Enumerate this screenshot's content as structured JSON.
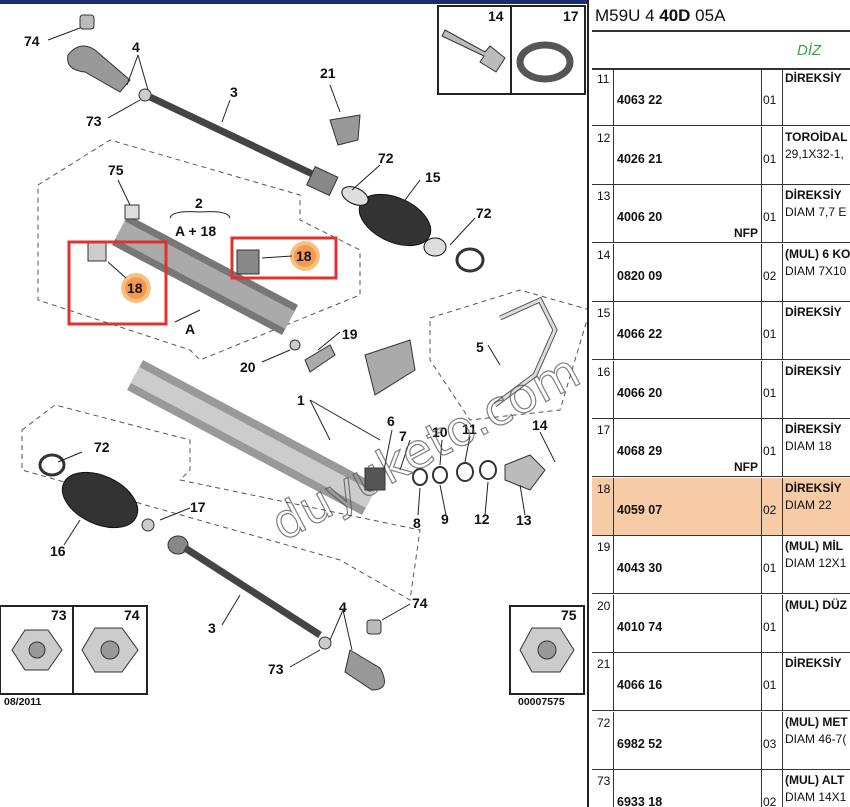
{
  "diagram": {
    "callouts": {
      "c74a": "74",
      "c4a": "4",
      "c73a": "73",
      "c3a": "3",
      "c21": "21",
      "c72a": "72",
      "c15": "15",
      "c72b": "72",
      "c75": "75",
      "c2": "2",
      "cA18": "A + 18",
      "cA": "A",
      "c18a": "18",
      "c18b": "18",
      "c19": "19",
      "c20": "20",
      "c5": "5",
      "c1": "1",
      "c7": "7",
      "c6": "6",
      "c10": "10",
      "c11": "11",
      "c14b": "14",
      "c8": "8",
      "c9": "9",
      "c12": "12",
      "c13": "13",
      "c72c": "72",
      "c17": "17",
      "c16": "16",
      "c3b": "3",
      "c4b": "4",
      "c74b": "74",
      "c73b": "73"
    },
    "boxes": {
      "box14": "14",
      "box17": "17",
      "box73": "73",
      "box74": "74",
      "box75": "75"
    },
    "footer_date": "08/2011",
    "footer_code": "00007575",
    "watermark": "duyuketo.com",
    "colors": {
      "highlight_box": "#e03030",
      "highlight_dot": "#f7b56a",
      "header_bar": "#1b2d6b"
    }
  },
  "panel": {
    "model_prefix": "M59U 4 ",
    "model_bold": "40D",
    "model_suffix": " 05A",
    "section": "DİZ",
    "rows": [
      {
        "no": "11",
        "ref": "4063 22",
        "tag": "",
        "qty": "01",
        "title": "DİREKSİY",
        "desc": ""
      },
      {
        "no": "12",
        "ref": "4026 21",
        "tag": "",
        "qty": "01",
        "title": "TOROİDAL",
        "desc": "29,1X32-1,"
      },
      {
        "no": "13",
        "ref": "4006 20",
        "tag": "NFP",
        "qty": "01",
        "title": "DİREKSİY",
        "desc": "DIAM 7,7 E"
      },
      {
        "no": "14",
        "ref": "0820 09",
        "tag": "",
        "qty": "02",
        "title": "(MUL) 6 KO",
        "desc": "DIAM 7X10"
      },
      {
        "no": "15",
        "ref": "4066 22",
        "tag": "",
        "qty": "01",
        "title": "DİREKSİY",
        "desc": ""
      },
      {
        "no": "16",
        "ref": "4066 20",
        "tag": "",
        "qty": "01",
        "title": "DİREKSİY",
        "desc": ""
      },
      {
        "no": "17",
        "ref": "4068 29",
        "tag": "NFP",
        "qty": "01",
        "title": "DİREKSİY",
        "desc": "DIAM 18"
      },
      {
        "no": "18",
        "ref": "4059 07",
        "tag": "",
        "qty": "02",
        "title": "DİREKSİY",
        "desc": "DIAM 22"
      },
      {
        "no": "19",
        "ref": "4043 30",
        "tag": "",
        "qty": "01",
        "title": "(MUL) MİL",
        "desc": "DIAM 12X1"
      },
      {
        "no": "20",
        "ref": "4010 74",
        "tag": "",
        "qty": "01",
        "title": "(MUL) DÜZ",
        "desc": ""
      },
      {
        "no": "21",
        "ref": "4066 16",
        "tag": "",
        "qty": "01",
        "title": "DİREKSİY",
        "desc": ""
      },
      {
        "no": "72",
        "ref": "6982 52",
        "tag": "",
        "qty": "03",
        "title": "(MUL) MET",
        "desc": "DIAM 46-7("
      },
      {
        "no": "73",
        "ref": "6933 18",
        "tag": "",
        "qty": "02",
        "title": "(MUL) ALT",
        "desc": "DIAM 14X1"
      }
    ],
    "highlight_color": "#f6cba5",
    "section_color": "#3aa43a"
  }
}
